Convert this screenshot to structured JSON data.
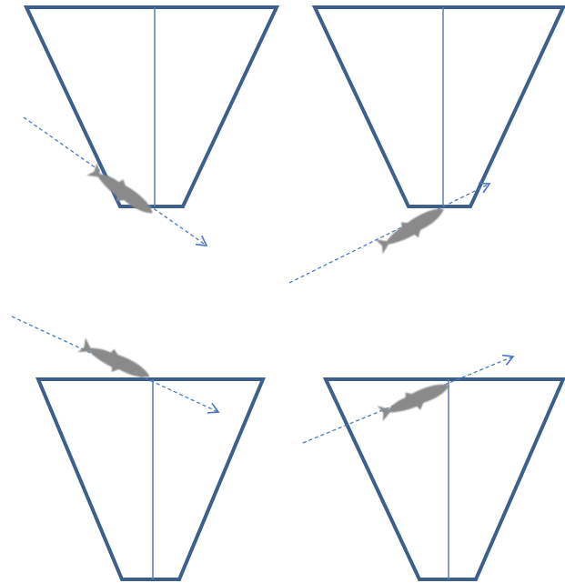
{
  "colors": {
    "background": "#ffffff",
    "outline": "#3d5f8c",
    "axis_line": "#5b7fb8",
    "path_arrow": "#4a78c0",
    "fish": "#8a8a8a"
  },
  "panels": [
    {
      "id": "top-left",
      "trapezoid_orientation": "wide-top",
      "fish_direction": "down-right",
      "path_direction": "down-right"
    },
    {
      "id": "top-right",
      "trapezoid_orientation": "wide-top",
      "fish_direction": "up-right",
      "path_direction": "up-right"
    },
    {
      "id": "bottom-left",
      "trapezoid_orientation": "wide-top",
      "fish_direction": "down-right",
      "path_direction": "down-right"
    },
    {
      "id": "bottom-right",
      "trapezoid_orientation": "wide-top",
      "fish_direction": "up-right",
      "path_direction": "up-right"
    }
  ]
}
